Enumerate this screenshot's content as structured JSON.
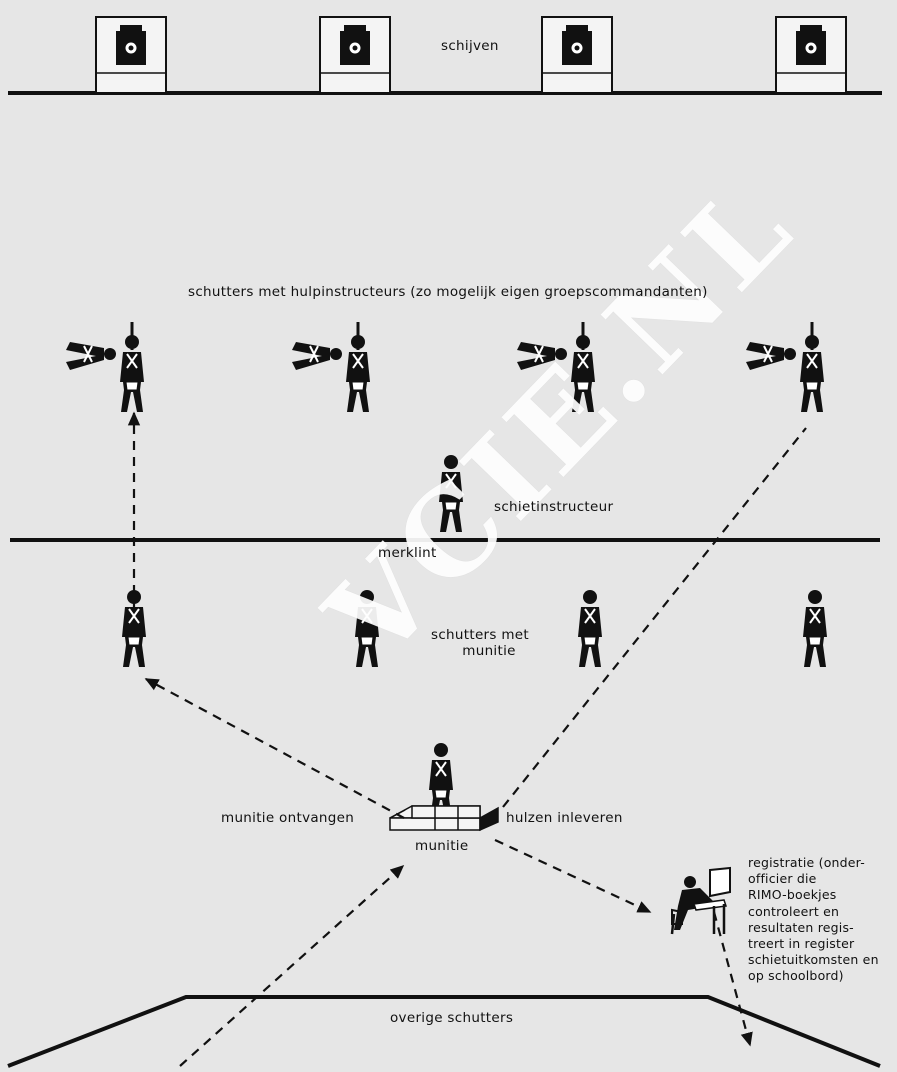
{
  "labels": {
    "targets": "schijven",
    "shooters_with_instructors": "schutters met hulpinstructeurs (zo mogelijk eigen groepscommandanten)",
    "shooting_instructor": "schietinstructeur",
    "marker_line": "merklint",
    "shooters_with_ammo": [
      "schutters met",
      "munitie"
    ],
    "receive_ammo": "munitie ontvangen",
    "return_casings": "hulzen inleveren",
    "ammo": "munitie",
    "registration": [
      "registratie (onder-",
      "officier die",
      "RIMO-boekjes",
      "controleert en",
      "resultaten regis-",
      "treert in register",
      "schietuitkomsten en",
      "op schoolbord)"
    ],
    "other_shooters": "overige schutters"
  },
  "watermark": "VCIE.NL",
  "colors": {
    "background": "#e6e6e6",
    "ink": "#111111",
    "watermark": "#ffffff"
  }
}
